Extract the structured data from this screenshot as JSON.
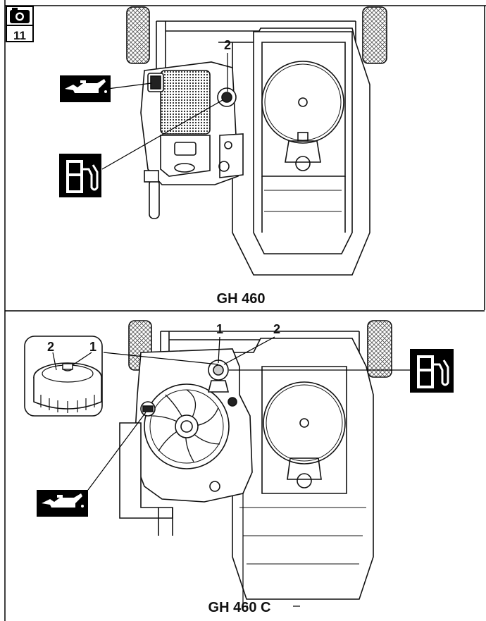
{
  "figure": {
    "number": "11",
    "camera_icon": "camera-icon"
  },
  "top_panel": {
    "model": "GH 460",
    "callouts": [
      "2"
    ],
    "icons": [
      "oil-can-icon",
      "fuel-pump-icon"
    ]
  },
  "bottom_panel": {
    "model": "GH 460 C",
    "callouts": [
      "1",
      "2"
    ],
    "inset_callouts": [
      "2",
      "1"
    ],
    "icons": [
      "fuel-pump-icon",
      "oil-can-icon"
    ]
  }
}
